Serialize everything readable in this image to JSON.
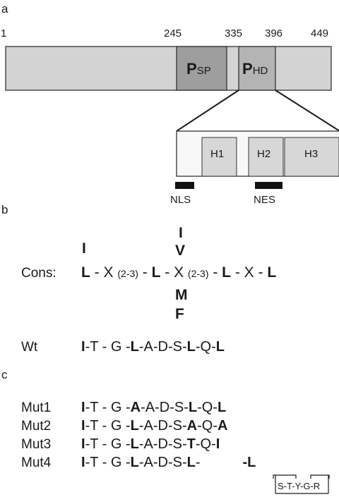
{
  "panels": {
    "a": "a",
    "b": "b",
    "c": "c"
  },
  "protein": {
    "positions": [
      "1",
      "245",
      "335",
      "396",
      "449"
    ],
    "domains": {
      "psp": {
        "main": "P",
        "sub": "SP"
      },
      "phd": {
        "main": "P",
        "sub": "HD"
      }
    },
    "helices": [
      "H1",
      "H2",
      "H3"
    ],
    "signals": {
      "nls": "NLS",
      "nes": "NES"
    }
  },
  "consensus": {
    "label": "Cons:",
    "above_1": "I",
    "above_2": "I",
    "above_3": "V",
    "spacer": "(2-3)",
    "below_1": "M",
    "below_2": "F"
  },
  "wildtype_label": "Wt",
  "mutant_labels": [
    "Mut1",
    "Mut2",
    "Mut3",
    "Mut4"
  ],
  "insertion_sequence": "S-T-Y-G-R"
}
